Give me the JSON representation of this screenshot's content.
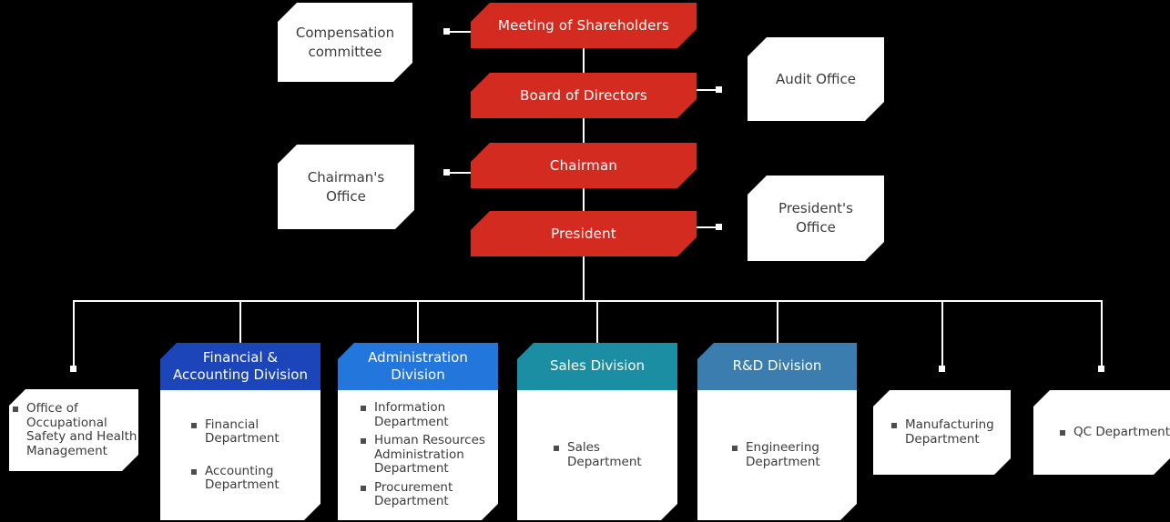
{
  "colors": {
    "background": "#000000",
    "node_red": "#d32b20",
    "division_financial": "#1c45ba",
    "division_administration": "#2377dc",
    "division_sales": "#1b8ea3",
    "division_rnd": "#3a7dae",
    "box_white": "#ffffff",
    "text_dark": "#3b3b3b",
    "text_white": "#ffffff",
    "connector": "#ffffff"
  },
  "chain": [
    {
      "label": "Meeting of Shareholders"
    },
    {
      "label": "Board of Directors"
    },
    {
      "label": "Chairman"
    },
    {
      "label": "President"
    }
  ],
  "side_offices": [
    {
      "label": "Compensation\ncommittee",
      "side": "left",
      "attached_to": "Meeting of Shareholders"
    },
    {
      "label": "Audit Office",
      "side": "right",
      "attached_to": "Board of Directors"
    },
    {
      "label": "Chairman's\nOffice",
      "side": "left",
      "attached_to": "Chairman"
    },
    {
      "label": "President's\nOffice",
      "side": "right",
      "attached_to": "President"
    }
  ],
  "divisions": [
    {
      "title": "Financial &\nAccounting Division",
      "color": "#1c45ba",
      "departments": [
        "Financial\nDepartment",
        "Accounting\nDepartment"
      ]
    },
    {
      "title": "Administration\nDivision",
      "color": "#2377dc",
      "departments": [
        "Information\nDepartment",
        "Human Resources\nAdministration\nDepartment",
        "Procurement\nDepartment"
      ]
    },
    {
      "title": "Sales Division",
      "color": "#1b8ea3",
      "departments": [
        "Sales\nDepartment"
      ]
    },
    {
      "title": "R&D Division",
      "color": "#3a7dae",
      "departments": [
        "Engineering\nDepartment"
      ]
    }
  ],
  "standalone_units": [
    {
      "label": "Office of\nOccupational\nSafety and Health\nManagement"
    },
    {
      "label": "Manufacturing\nDepartment"
    },
    {
      "label": "QC Department"
    }
  ]
}
